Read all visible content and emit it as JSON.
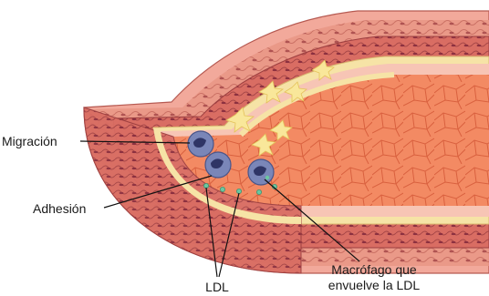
{
  "labels": {
    "migration": "Migración",
    "adhesion": "Adhesión",
    "ldl": "LDL",
    "macrophage_line1": "Macrófago que",
    "macrophage_line2": "envuelve la LDL"
  },
  "colors": {
    "outer_wall": "#f2a99b",
    "media_wall": "#d9776c",
    "intima": "#f6e3a6",
    "lumen": "#f2845f",
    "endothelium": "#f7c5b5",
    "platelet": "#f9e79a",
    "leukocyte": "#7a86b8",
    "leukocyte_nucleus": "#2f3566",
    "ldl_particle": "#6cc6a0",
    "leader_line": "#111111"
  },
  "icons": {
    "leukocyte": "leukocyte-cell-icon",
    "platelet": "platelet-star-icon",
    "ldl": "ldl-particle-icon"
  }
}
